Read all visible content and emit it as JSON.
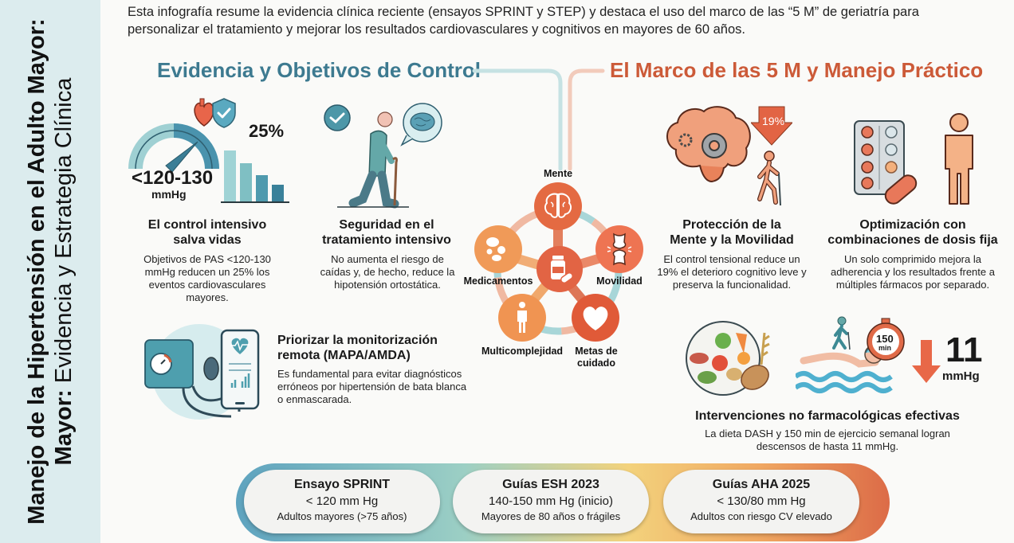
{
  "sidebar": {
    "title_line1": "Manejo de la Hipertensión en el Adulto Mayor:",
    "title_line2_bold": "Mayor:",
    "title_line2_rest": " Evidencia y Estrategia Clínica"
  },
  "intro": {
    "text": "Esta infografía resume la evidencia clínica reciente (ensayos SPRINT y STEP) y destaca el uso del marco de las “5 M” de geriatría para personalizar el tratamiento y mejorar los resultados cardiovasculares y cognitivos en mayores de 60 años."
  },
  "left_section": {
    "title": "Evidencia y Objetivos de Control",
    "cards": [
      {
        "gauge_value": "<120-130",
        "gauge_unit": "mmHg",
        "percent": "25%",
        "title_line1": "El control intensivo",
        "title_line2": "salva vidas",
        "text": "Objetivos de PAS <120-130 mmHg reducen un 25% los eventos cardiovasculares mayores."
      },
      {
        "title_line1": "Seguridad en el",
        "title_line2": "tratamiento intensivo",
        "text": "No aumenta el riesgo de caídas y, de hecho, reduce la hipotensión ortostática."
      },
      {
        "title_line1": "Priorizar la monitorización",
        "title_line2": "remota (MAPA/AMDA)",
        "text": "Es fundamental para evitar diagnósticos erróneos por hipertensión de bata blanca o enmascarada."
      }
    ]
  },
  "wheel": {
    "items": [
      {
        "label": "Mente",
        "icon": "brain-icon"
      },
      {
        "label": "Movilidad",
        "icon": "joint-icon"
      },
      {
        "label": "Metas de cuidado",
        "label_line1": "Metas de",
        "label_line2": "cuidado",
        "icon": "heart-icon"
      },
      {
        "label": "Multicomplejidad",
        "icon": "person-icon"
      },
      {
        "label": "Medicamentos",
        "icon": "pills-icon"
      }
    ],
    "center_icon": "medicine-bottle-icon"
  },
  "right_section": {
    "title": "El Marco de las 5 M y Manejo Práctico",
    "cards": [
      {
        "badge": "19%",
        "title_line1": "Protección de la",
        "title_line2": "Mente y la Movilidad",
        "text": "El control tensional reduce un 19% el deterioro cognitivo leve y preserva la funcionalidad."
      },
      {
        "title_line1": "Optimización con",
        "title_line2": "combinaciones de dosis fija",
        "text": "Un solo comprimido mejora la adherencia y los resultados frente a múltiples fármacos por separado."
      },
      {
        "timer": "150",
        "timer_unit": "min",
        "drop_value": "11",
        "drop_unit": "mmHg",
        "title": "Intervenciones no farmacológicas efectivas",
        "text": "La dieta DASH y 150 min de ejercicio semanal logran descensos de hasta 11 mmHg."
      }
    ]
  },
  "bottom": {
    "pills": [
      {
        "title": "Ensayo SPRINT",
        "value": "< 120 mm Hg",
        "note": "Adultos mayores (>75 años)"
      },
      {
        "title": "Guías ESH 2023",
        "value": "140-150 mm Hg (inicio)",
        "note": "Mayores de 80 años o frágiles"
      },
      {
        "title": "Guías AHA 2025",
        "value": "< 130/80 mm Hg",
        "note": "Adultos con riesgo CV elevado"
      }
    ]
  },
  "colors": {
    "teal": "#3d7a90",
    "orange": "#cc5a38",
    "sidebar_bg": "#dcecee"
  }
}
